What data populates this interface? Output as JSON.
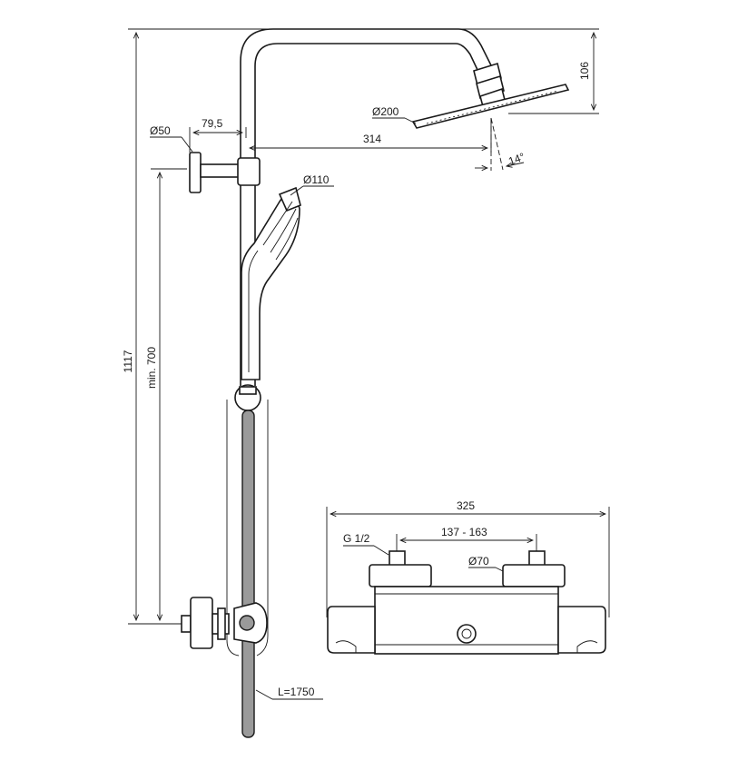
{
  "dimensions": {
    "total_height": "1117",
    "min_height": "min. 700",
    "arm_offset": "79,5",
    "arm_reach": "314",
    "head_rise": "106",
    "wall_flange": "Ø50",
    "head_diameter": "Ø200",
    "head_tilt": "14°",
    "hand_shower": "Ø110",
    "hose_length": "L=1750",
    "mixer_width": "325",
    "inlet_spacing": "137 - 163",
    "inlet_thread": "G 1/2",
    "inlet_cover": "Ø70"
  },
  "colors": {
    "line": "#1a1a1a",
    "hose": "#9a9a9a",
    "background": "#ffffff"
  }
}
